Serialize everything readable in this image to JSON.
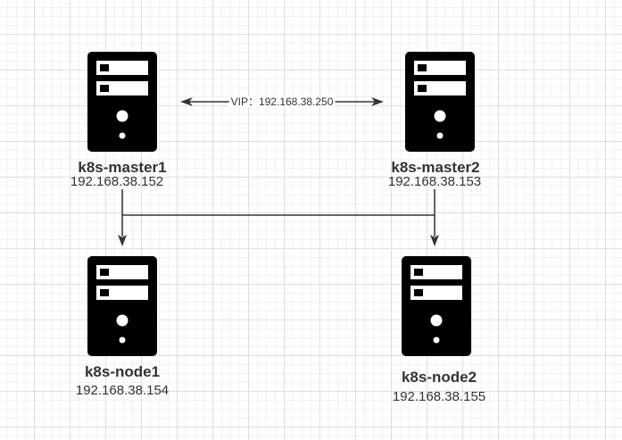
{
  "colors": {
    "server_fill": "#000000",
    "server_slot": "#ffffff",
    "connector": "#333333"
  },
  "vip": {
    "label": "VIP：192.168.38.250"
  },
  "nodes": {
    "master1": {
      "name": "k8s-master1",
      "ip": "192.168.38.152",
      "icon": "server-icon"
    },
    "master2": {
      "name": "k8s-master2",
      "ip": "192.168.38.153",
      "icon": "server-icon"
    },
    "node1": {
      "name": "k8s-node1",
      "ip": "192.168.38.154",
      "icon": "server-icon"
    },
    "node2": {
      "name": "k8s-node2",
      "ip": "192.168.38.155",
      "icon": "server-icon"
    }
  }
}
